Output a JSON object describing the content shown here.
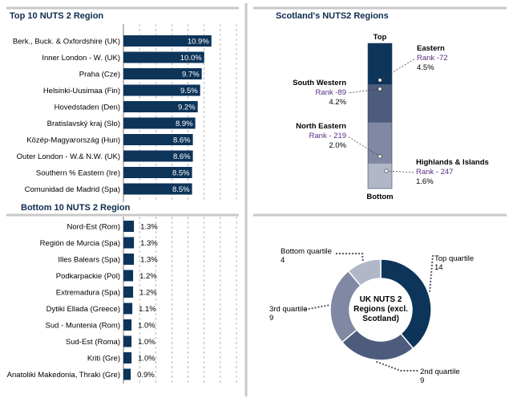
{
  "colors": {
    "navy": "#0d3459",
    "divider": "#c8c8c8",
    "title": "#0d2a4e",
    "rank": "#5a2d82",
    "q_top": "#0d3459",
    "q_2nd": "#4d5b7d",
    "q_3rd": "#8088a3",
    "q_bottom": "#b2b7c8",
    "s_eastern": "#0d3459",
    "s_south_western": "#4d5b7d",
    "s_north_eastern": "#8088a3",
    "s_highlands": "#b2b7c8"
  },
  "chart_data": [
    {
      "type": "bar",
      "orientation": "horizontal",
      "title": "Top 10 NUTS 2 Region",
      "categories": [
        "Berk., Buck. & Oxfordshire (UK)",
        "Inner London - W. (UK)",
        "Praha (Cze)",
        "Helsinki-Uusimaa (Fin)",
        "Hovedstaden (Den)",
        "Bratislavský kraj (Slo)",
        "Közép-Magyarország (Hun)",
        "Outer London - W.& N.W. (UK)",
        "Southern % Eastern (Ire)",
        "Comunidad de Madrid (Spa)"
      ],
      "values": [
        10.9,
        10.0,
        9.7,
        9.5,
        9.2,
        8.9,
        8.6,
        8.6,
        8.5,
        8.5
      ],
      "labels": [
        "10.9%",
        "10.0%",
        "9.7%",
        "9.5%",
        "9.2%",
        "8.9%",
        "8.6%",
        "8.6%",
        "8.5%",
        "8.5%"
      ],
      "xlim": [
        0,
        14
      ],
      "grid": true
    },
    {
      "type": "bar",
      "orientation": "horizontal",
      "title": "Bottom 10 NUTS 2 Region",
      "categories": [
        "Nord-Est (Rom)",
        "Región de Murcia (Spa)",
        "Illes Balears (Spa)",
        "Podkarpackie (Pol)",
        "Extremadura (Spa)",
        "Dytiki Ellada (Greece)",
        "Sud - Muntenia (Rom)",
        "Sud-Est (Roma)",
        "Kriti (Gre)",
        "Anatoliki Makedonia, Thraki (Gre)"
      ],
      "values": [
        1.3,
        1.3,
        1.3,
        1.2,
        1.2,
        1.1,
        1.0,
        1.0,
        1.0,
        0.9
      ],
      "labels": [
        "1.3%",
        "1.3%",
        "1.3%",
        "1.2%",
        "1.2%",
        "1.1%",
        "1.0%",
        "1.0%",
        "1.0%",
        "0.9%"
      ],
      "xlim": [
        0,
        14
      ],
      "grid": true
    },
    {
      "type": "bar",
      "orientation": "stacked-vertical",
      "title": "Scotland's NUTS2 Regions",
      "top_label": "Top",
      "bottom_label": "Bottom",
      "scale": "rank",
      "series": [
        {
          "name": "Eastern",
          "rank_label": "Rank -72",
          "share": "4.5%",
          "color_key": "s_eastern"
        },
        {
          "name": "South Western",
          "rank_label": "Rank -89",
          "share": "4.2%",
          "color_key": "s_south_western"
        },
        {
          "name": "North Eastern",
          "rank_label": "Rank - 219",
          "share": "2.0%",
          "color_key": "s_north_eastern"
        },
        {
          "name": "Highlands & Islands",
          "rank_label": "Rank - 247",
          "share": "1.6%",
          "color_key": "s_highlands"
        }
      ],
      "ranks": [
        72,
        89,
        219,
        247
      ],
      "rank_range": [
        1,
        281
      ]
    },
    {
      "type": "pie",
      "style": "donut",
      "center_label": [
        "UK NUTS 2",
        "Regions (excl.",
        "Scotland)"
      ],
      "series": [
        {
          "name": "Top quartile",
          "value": 14,
          "color_key": "q_top"
        },
        {
          "name": "2nd quartile",
          "value": 9,
          "color_key": "q_2nd"
        },
        {
          "name": "3rd quartile",
          "value": 9,
          "color_key": "q_3rd"
        },
        {
          "name": "Bottom quartile",
          "value": 4,
          "color_key": "q_bottom"
        }
      ]
    }
  ]
}
